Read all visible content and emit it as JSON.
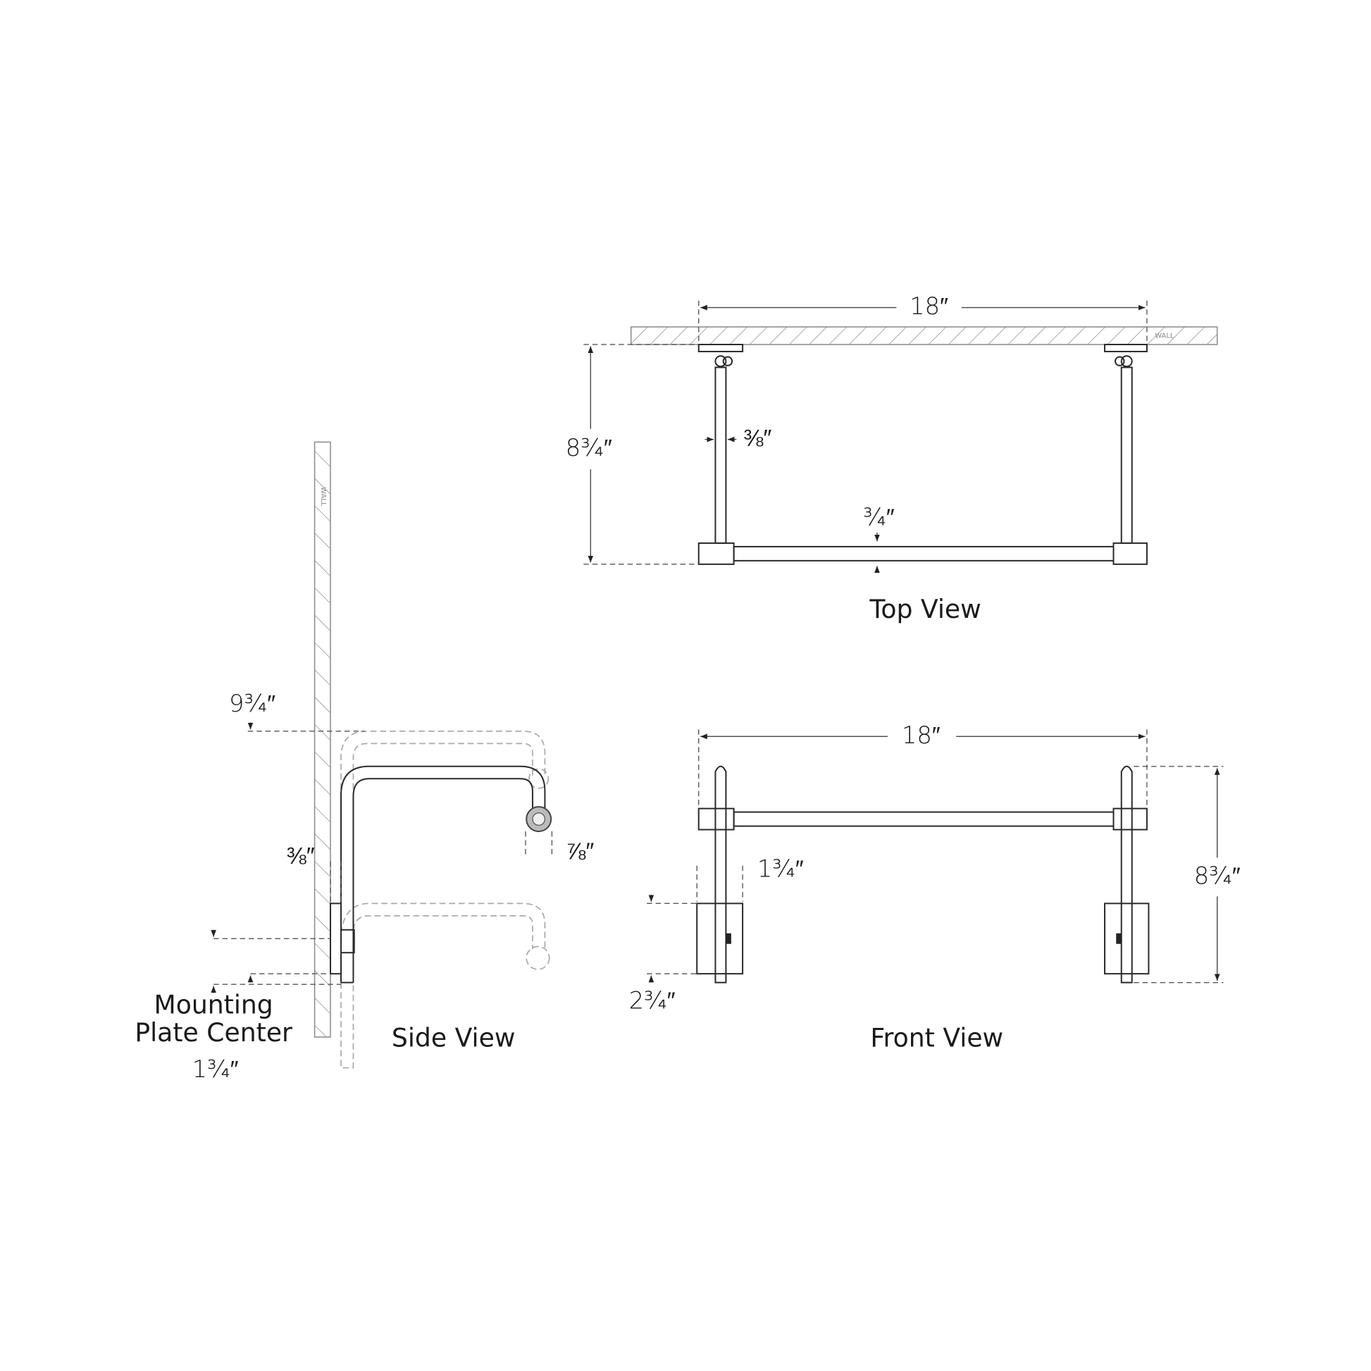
{
  "top_view": {
    "label": "Top View",
    "width_dim": "18″",
    "depth_dim": "8¾″",
    "post_dim": "⅜″",
    "bar_dim": "¾″",
    "wall_label": "WALL"
  },
  "front_view": {
    "label": "Front View",
    "width_dim": "18″",
    "height_dim": "8¾″",
    "plate_width_dim": "1¾″",
    "plate_height_dim": "2¾″"
  },
  "side_view": {
    "label": "Side View",
    "extension_dim": "9¾″",
    "plate_dim": "⅜″",
    "bar_dim": "⅞″",
    "mounting_label_line1": "Mounting",
    "mounting_label_line2": "Plate Center",
    "mounting_dim": "1¾″",
    "wall_label": "WALL"
  }
}
